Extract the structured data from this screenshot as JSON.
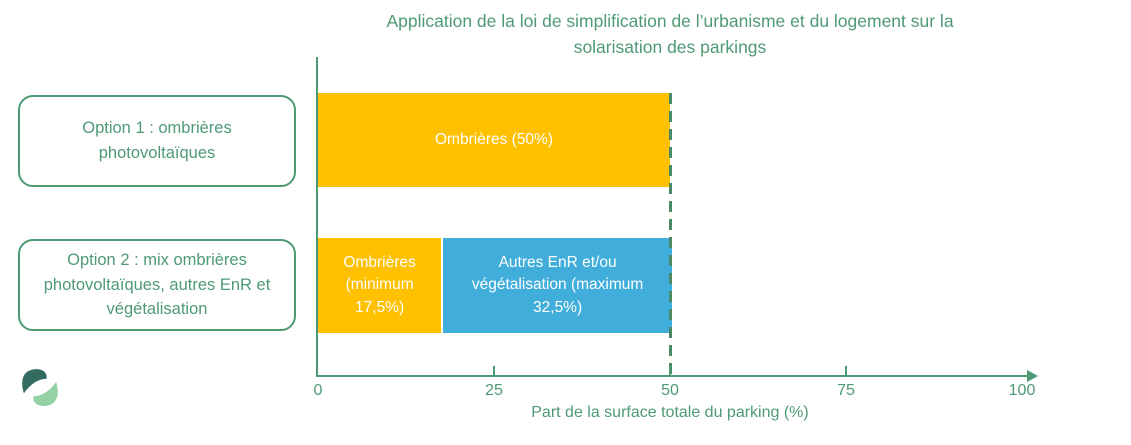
{
  "colors": {
    "green": "#4E9A75",
    "dash_green": "#4A8A66",
    "yellow": "#FFC000",
    "blue": "#41ADDA",
    "bar_text": "#FFFFFF",
    "logo_dark": "#336B60",
    "logo_light": "#94D2A6",
    "background": "#FFFFFF"
  },
  "options": [
    {
      "label": "Option 1 : ombrières photovoltaïques"
    },
    {
      "label": "Option 2 : mix ombrières photovoltaïques, autres EnR et végétalisation"
    }
  ],
  "chart_data": {
    "type": "bar",
    "orientation": "horizontal",
    "stacked": true,
    "title": "Application de la loi de simplification de l’urbanisme et du logement sur la solarisation des parkings",
    "xlabel": "Part de la surface totale du parking (%)",
    "xlim": [
      0,
      100
    ],
    "xticks": [
      "0",
      "25",
      "50",
      "75",
      "100"
    ],
    "grid": false,
    "legend": "none",
    "categories": [
      "Option 1 : ombrières photovoltaïques",
      "Option 2 : mix ombrières photovoltaïques, autres EnR et végétalisation"
    ],
    "series": [
      {
        "name": "Ombrières",
        "color": "#FFC000",
        "values": [
          50,
          17.5
        ]
      },
      {
        "name": "Autres EnR et/ou végétalisation",
        "color": "#41ADDA",
        "values": [
          0,
          32.5
        ]
      }
    ],
    "bars": [
      {
        "segments": [
          {
            "label": "Ombrières (50%)",
            "value": 50,
            "color": "#FFC000"
          }
        ]
      },
      {
        "segments": [
          {
            "label": "Ombrières (minimum 17,5%)",
            "value": 17.5,
            "color": "#FFC000"
          },
          {
            "label": "Autres EnR et/ou végétalisation (maximum 32,5%)",
            "value": 32.5,
            "color": "#41ADDA"
          }
        ]
      }
    ],
    "reference_line": {
      "value": 50,
      "style": "dashed",
      "color": "#4A8A66"
    }
  }
}
